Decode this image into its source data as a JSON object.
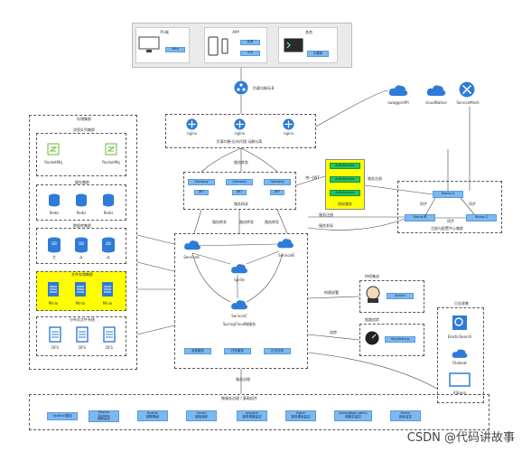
{
  "clients": {
    "pc": {
      "label": "PC端",
      "button": "Web"
    },
    "app": {
      "label": "APP",
      "buttons": [
        "安卓",
        "iOS"
      ]
    },
    "other": {
      "label": "其他",
      "button": "小程序"
    }
  },
  "dns": {
    "label": "负载均衡SLB"
  },
  "nginx": {
    "items": [
      "nginx",
      "nginx",
      "nginx"
    ],
    "caption": "负载均衡 反向代理 动静分离"
  },
  "external": {
    "items": [
      "swaggerAPI",
      "cloudNative",
      "ServiceMesh"
    ]
  },
  "gateway": {
    "items": [
      "Gateway",
      "Gateway",
      "Gateway"
    ],
    "sub": [
      "JWT",
      "JWT",
      "JWT"
    ],
    "caption": "服务网关"
  },
  "auth": {
    "items": [
      "AuthService",
      "AuthService",
      "AuthService"
    ],
    "caption": "授权服务",
    "link_label": "统一JWT"
  },
  "nacos": {
    "items": [
      "Nacos-A",
      "Nacos-B",
      "Nacos-C"
    ],
    "caption": "注册与配置中心集群"
  },
  "services": {
    "items": [
      "ServiceA",
      "ServiceB",
      "ServiceC"
    ],
    "center_label": "Ignite",
    "caption": "SpringCloud微服务"
  },
  "bottom_services": [
    "消息服务",
    "任务服务",
    "日志分析"
  ],
  "monitor": {
    "label": "Jenkins",
    "title": "持续集成"
  },
  "tracing": {
    "label": "SkyWalking",
    "title": "链路追踪"
  },
  "left_storage": {
    "title": "存储集群",
    "groups": [
      {
        "title": "消息队列集群",
        "items": [
          "RocketMq",
          "RocketMq"
        ]
      },
      {
        "title": "缓存集群",
        "items": [
          "Redis",
          "Redis",
          "Redis"
        ]
      },
      {
        "title": "数据库集群",
        "items": [
          "DB",
          "DB",
          "DB"
        ],
        "sub": [
          "主",
          "从",
          "从"
        ]
      },
      {
        "title": "文件存储集群",
        "items": [
          "Minio",
          "Minio",
          "Minio"
        ]
      },
      {
        "title": "分布式文件系统",
        "items": [
          "DFS",
          "DFS",
          "DFS"
        ]
      }
    ]
  },
  "elk": {
    "items": [
      "ElasticSearch",
      "Filebeat",
      "Kibana"
    ],
    "title": "日志收集"
  },
  "toolbar": {
    "title": "微服务治理 / 基础组件",
    "items": [
      "Sentinel限流",
      "Hystrix\nTurbine\n熔断监控",
      "Hystrix\n熔断降级",
      "Sleuth\n链路追踪",
      "actuator\n服务健康监控",
      "Zipkin\n服务调用监控",
      "SpringBoot admin\n微服务监控",
      "Metric\n指标监控"
    ]
  },
  "edge_labels": {
    "nginx_to_gw": "服务转发",
    "gw_to_svc": [
      "路由转发",
      "路由转发",
      "路由转发"
    ],
    "svc_to_nacos": [
      "服务注册",
      "服务发现",
      "服务注册"
    ],
    "nacos_sync": [
      "同步",
      "同步",
      "同步"
    ],
    "to_monitor": "构建部署",
    "to_tracing": "追踪",
    "bottom": "服务治理"
  },
  "watermark": "CSDN @代码讲故事"
}
